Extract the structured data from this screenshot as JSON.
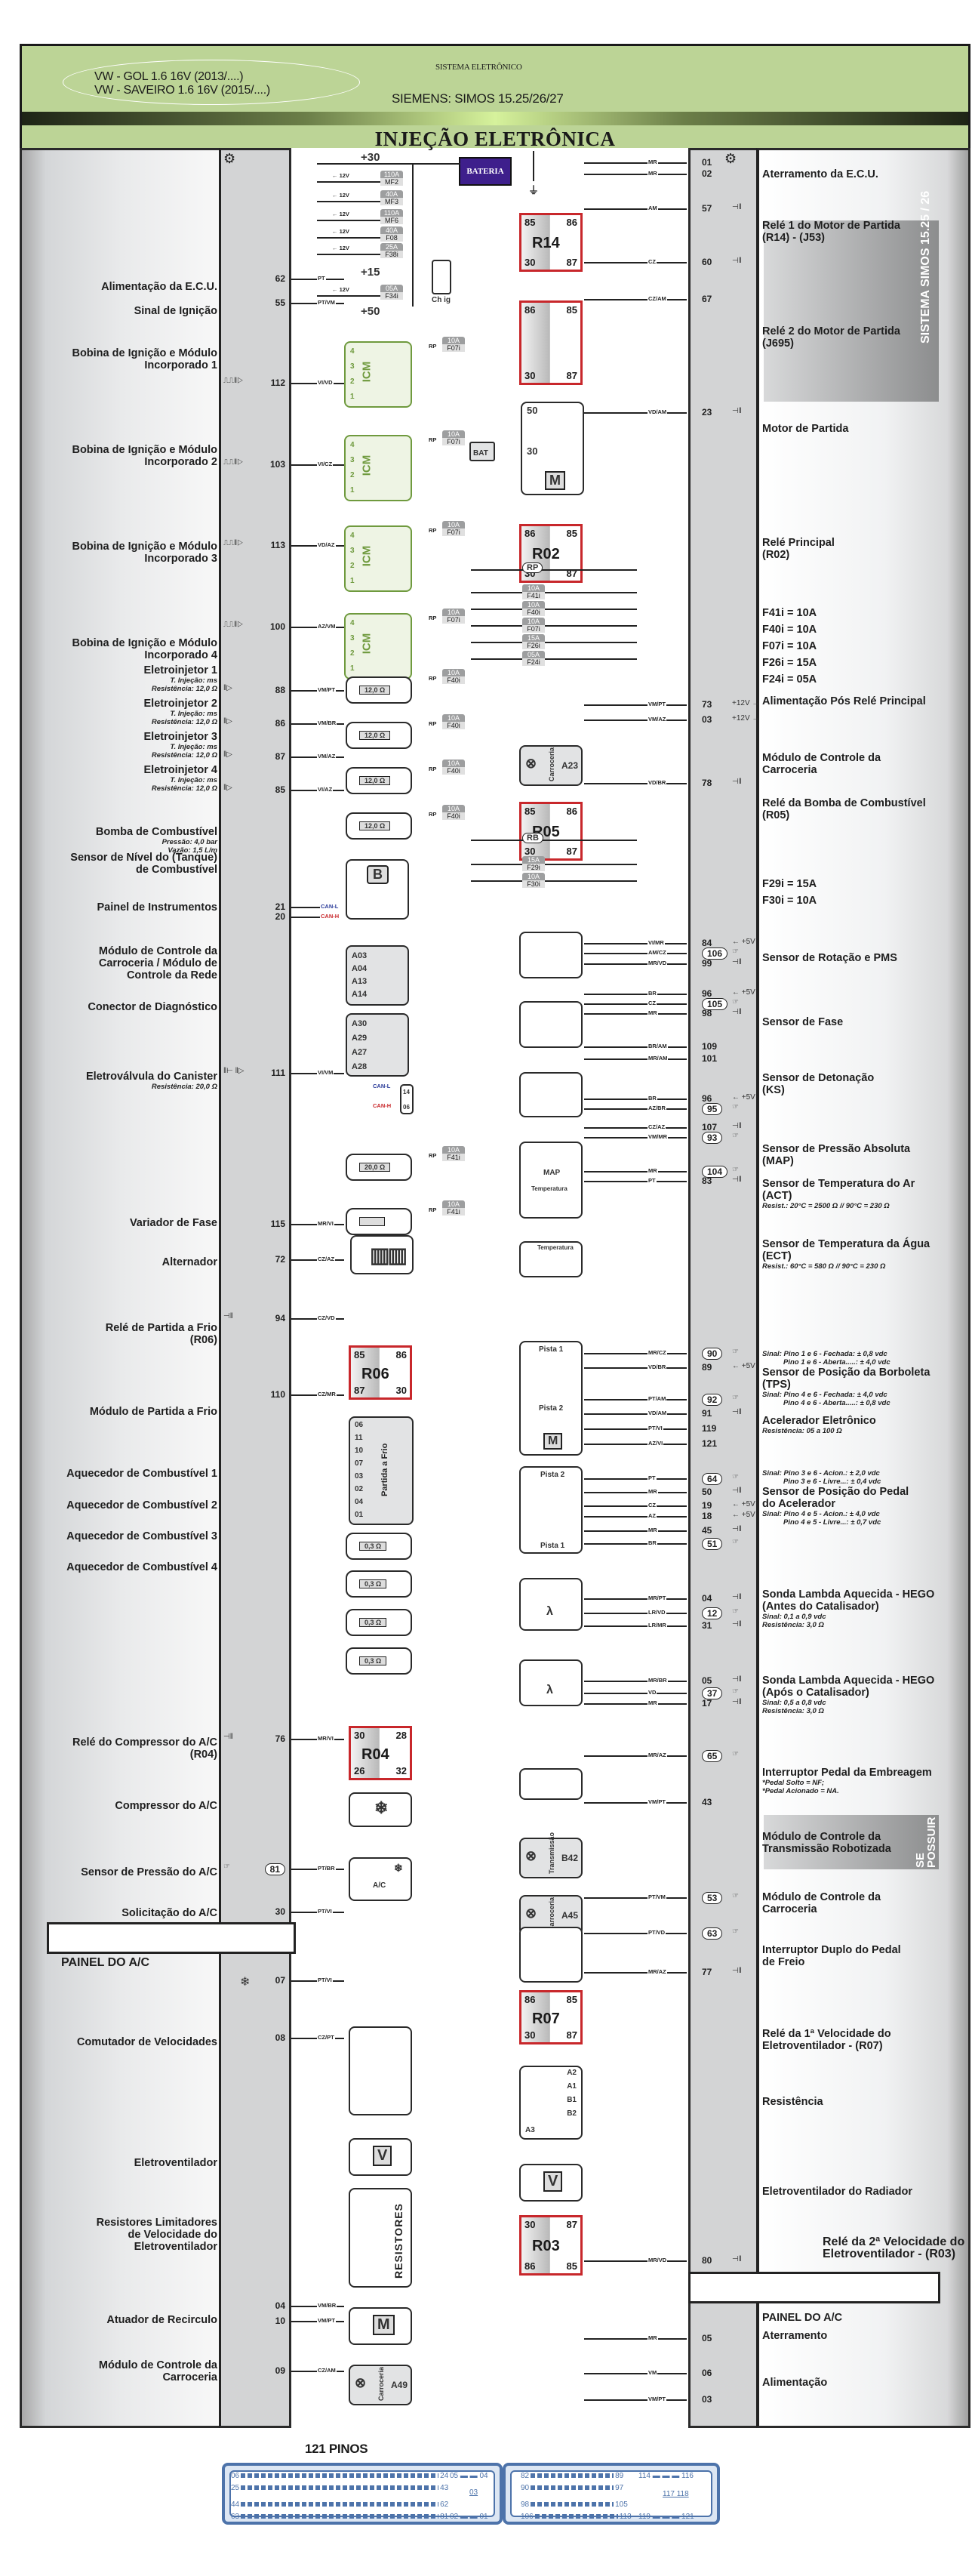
{
  "header": {
    "vehicles": [
      "VW - GOL        1.6 16V (2013/....)",
      "VW - SAVEIRO 1.6 16V (2015/....)"
    ],
    "system_title": "SISTEMA ELETRÔNICO",
    "system_subtitle": "SIEMENS: SIMOS 15.25/26/27",
    "main_title": "INJEÇÃO ELETRÔNICA"
  },
  "side_tags": {
    "simos": "SISTEMA SIMOS 15.25 / 26",
    "se_possuir": "SE POSSUIR"
  },
  "left_labels": [
    {
      "title": "Alimentação da E.C.U.",
      "sub": []
    },
    {
      "title": "Sinal de Ignição",
      "sub": []
    },
    {
      "title": "Bobina de Ignição e Módulo\nIncorporado 1",
      "sub": []
    },
    {
      "title": "Bobina de Ignição e Módulo\nIncorporado 2",
      "sub": []
    },
    {
      "title": "Bobina de Ignição e Módulo\nIncorporado 3",
      "sub": []
    },
    {
      "title": "Bobina de Ignição e Módulo\nIncorporado 4",
      "sub": []
    },
    {
      "title": "Eletroinjetor 1",
      "sub": [
        "T. Injeção: ms",
        "Resistência: 12,0 Ω"
      ]
    },
    {
      "title": "Eletroinjetor 2",
      "sub": [
        "T. Injeção: ms",
        "Resistência: 12,0 Ω"
      ]
    },
    {
      "title": "Eletroinjetor 3",
      "sub": [
        "T. Injeção: ms",
        "Resistência: 12,0 Ω"
      ]
    },
    {
      "title": "Eletroinjetor 4",
      "sub": [
        "T. Injeção: ms",
        "Resistência: 12,0 Ω"
      ]
    },
    {
      "title": "Bomba de Combustível",
      "sub": [
        "Pressão: 4,0 bar",
        "Vazão: 1,5 L/m"
      ]
    },
    {
      "title": "Sensor de Nível do (Tanque)\nde Combustível",
      "sub": []
    },
    {
      "title": "Painel de Instrumentos",
      "sub": []
    },
    {
      "title": "Módulo de Controle da\nCarroceria / Módulo de\nControle da Rede",
      "sub": []
    },
    {
      "title": "Conector de Diagnóstico",
      "sub": []
    },
    {
      "title": "Eletroválvula do Canister",
      "sub": [
        "Resistência: 20,0 Ω"
      ]
    },
    {
      "title": "Variador de Fase",
      "sub": []
    },
    {
      "title": "Alternador",
      "sub": []
    },
    {
      "title": "Relé de Partida a Frio\n(R06)",
      "sub": []
    },
    {
      "title": "Módulo de Partida a Frio",
      "sub": []
    },
    {
      "title": "Aquecedor de Combustível 1",
      "sub": []
    },
    {
      "title": "Aquecedor de Combustível 2",
      "sub": []
    },
    {
      "title": "Aquecedor de Combustível 3",
      "sub": []
    },
    {
      "title": "Aquecedor de Combustível 4",
      "sub": []
    },
    {
      "title": "Relé do Compressor do A/C\n(R04)",
      "sub": []
    },
    {
      "title": "Compressor do A/C",
      "sub": []
    },
    {
      "title": "Sensor de Pressão do A/C",
      "sub": []
    },
    {
      "title": "Solicitação do A/C",
      "sub": []
    },
    {
      "title": "PAINEL DO A/C",
      "sub": []
    },
    {
      "title": "Comutador de Velocidades",
      "sub": []
    },
    {
      "title": "Eletroventilador",
      "sub": []
    },
    {
      "title": "Resistores Limitadores\nde Velocidade do\nEletroventilador",
      "sub": []
    },
    {
      "title": "Atuador de Recirculo",
      "sub": []
    },
    {
      "title": "Módulo de Controle da\nCarroceria",
      "sub": []
    }
  ],
  "left_pins": [
    {
      "pin": "62",
      "wire": "PT"
    },
    {
      "pin": "55",
      "wire": "PT/VM"
    },
    {
      "pin": "112",
      "wire": "VI/VD",
      "icon": "ignition-pulse"
    },
    {
      "pin": "103",
      "wire": "VI/CZ",
      "icon": "ignition-pulse"
    },
    {
      "pin": "113",
      "wire": "VD/AZ",
      "icon": "ignition-pulse"
    },
    {
      "pin": "100",
      "wire": "AZ/VM",
      "icon": "ignition-pulse"
    },
    {
      "pin": "88",
      "wire": "VM/PT",
      "icon": "pulse"
    },
    {
      "pin": "86",
      "wire": "VM/BR",
      "icon": "pulse"
    },
    {
      "pin": "87",
      "wire": "VM/AZ",
      "icon": "pulse"
    },
    {
      "pin": "85",
      "wire": "VI/AZ",
      "icon": "pulse"
    },
    {
      "pin": "21",
      "wire": "CAN-L"
    },
    {
      "pin": "20",
      "wire": "CAN-H"
    },
    {
      "pin": "111",
      "wire": "VI/VM",
      "icon": "ground-pulse"
    },
    {
      "pin": "115",
      "wire": "MR/VI"
    },
    {
      "pin": "72",
      "wire": "CZ/AZ"
    },
    {
      "pin": "94",
      "wire": "CZ/VD",
      "icon": "ground"
    },
    {
      "pin": "110",
      "wire": "CZ/MR"
    },
    {
      "pin": "76",
      "wire": "MR/VI",
      "icon": "ground"
    },
    {
      "pin": "81",
      "wire": "PT/BR",
      "icon": "signal",
      "circled": true
    },
    {
      "pin": "30",
      "wire": "PT/VI"
    },
    {
      "pin": "07",
      "wire": "PT/VI",
      "icon": "ac"
    },
    {
      "pin": "08",
      "wire": "CZ/PT"
    },
    {
      "pin": "04",
      "wire": "VM/BR"
    },
    {
      "pin": "10",
      "wire": "VM/PT"
    },
    {
      "pin": "09",
      "wire": "CZ/AM"
    }
  ],
  "right_labels": [
    {
      "title": "Aterramento da E.C.U.",
      "sub": []
    },
    {
      "title": "Relé 1 do Motor de Partida\n(R14) - (J53)",
      "sub": []
    },
    {
      "title": "Relé 2 do Motor de Partida\n(J695)",
      "sub": []
    },
    {
      "title": "Motor de Partida",
      "sub": []
    },
    {
      "title": "Relé Principal\n(R02)",
      "sub": []
    },
    {
      "title": "F41i = 10A",
      "sub": []
    },
    {
      "title": "F40i = 10A",
      "sub": []
    },
    {
      "title": "F07i = 10A",
      "sub": []
    },
    {
      "title": "F26i = 15A",
      "sub": []
    },
    {
      "title": "F24i = 05A",
      "sub": []
    },
    {
      "title": "Alimentação Pós Relé Principal",
      "sub": []
    },
    {
      "title": "Módulo de Controle da\nCarroceria",
      "sub": []
    },
    {
      "title": "Relé da Bomba de Combustível\n(R05)",
      "sub": []
    },
    {
      "title": "F29i = 15A",
      "sub": []
    },
    {
      "title": "F30i = 10A",
      "sub": []
    },
    {
      "title": "Sensor de Rotação e PMS",
      "sub": []
    },
    {
      "title": "Sensor de Fase",
      "sub": []
    },
    {
      "title": "Sensor de Detonação\n(KS)",
      "sub": []
    },
    {
      "title": "Sensor de Pressão Absoluta\n(MAP)",
      "sub": []
    },
    {
      "title": "Sensor de Temperatura do Ar\n(ACT)",
      "sub": [
        "Resist.: 20°C = 2500 Ω // 90°C = 230 Ω"
      ]
    },
    {
      "title": "Sensor de Temperatura da Água\n(ECT)",
      "sub": [
        "Resist.: 60°C = 580 Ω // 90°C = 230 Ω"
      ]
    },
    {
      "title": "Sensor de Posição da Borboleta\n(TPS)",
      "pre": [
        "Sinal: Pino 1 e 6 - Fechada: ± 0,8 vdc",
        "Pino 1 e 6 - Aberta.....: ± 4,0 vdc"
      ],
      "sub": [
        "Sinal: Pino 4 e 6 - Fechada: ± 4,0 vdc",
        "Pino 4 e 6 - Aberta.....: ± 0,8 vdc"
      ]
    },
    {
      "title": "Acelerador Eletrônico",
      "sub": [
        "Resistência: 05 a 100 Ω"
      ]
    },
    {
      "title": "Sensor de Posição do Pedal\ndo Acelerador",
      "pre": [
        "Sinal: Pino 3 e 6 - Acion.: ± 2,0 vdc",
        "Pino 3 e 6 - Livre...: ± 0,4 vdc"
      ],
      "sub": [
        "Sinal: Pino 4 e 5 - Acion.: ± 4,0 vdc",
        "Pino 4 e 5 - Livre...: ± 0,7 vdc"
      ]
    },
    {
      "title": "Sonda Lambda Aquecida - HEGO\n(Antes do Catalisador)",
      "sub": [
        "Sinal: 0,1 a 0,9 vdc",
        "Resistência: 3,0 Ω"
      ]
    },
    {
      "title": "Sonda Lambda Aquecida - HEGO\n(Após o Catalisador)",
      "sub": [
        "Sinal: 0,5 a 0,8 vdc",
        "Resistência: 3,0 Ω"
      ]
    },
    {
      "title": "Interruptor Pedal da Embreagem",
      "sub": [
        "*Pedal Solto = NF;",
        "*Pedal Acionado = NA."
      ]
    },
    {
      "title": "Módulo de Controle da\nTransmissão Robotizada",
      "sub": []
    },
    {
      "title": "Módulo de Controle da\nCarroceria",
      "sub": []
    },
    {
      "title": "Interruptor Duplo do Pedal\nde Freio",
      "sub": []
    },
    {
      "title": "Relé da 1ª Velocidade do\nEletroventilador - (R07)",
      "sub": []
    },
    {
      "title": "Resistência",
      "sub": []
    },
    {
      "title": "Eletroventilador do Radiador",
      "sub": []
    },
    {
      "title": "Relé da 2ª Velocidade do\nEletroventilador - (R03)",
      "sub": []
    },
    {
      "title": "PAINEL DO A/C",
      "sub": []
    },
    {
      "title": "Aterramento",
      "sub": []
    },
    {
      "title": "Alimentação",
      "sub": []
    }
  ],
  "right_pins": [
    {
      "pin": "01",
      "wire": "MR"
    },
    {
      "pin": "02",
      "wire": "MR"
    },
    {
      "pin": "57",
      "wire": "AM",
      "icon": "ground"
    },
    {
      "pin": "60",
      "wire": "CZ",
      "icon": "ground"
    },
    {
      "pin": "67",
      "wire": "CZ/AM"
    },
    {
      "pin": "23",
      "wire": "VD/AM",
      "icon": "ground"
    },
    {
      "pin": "73",
      "wire": "VM/PT",
      "icon": "+12V"
    },
    {
      "pin": "03",
      "wire": "VM/AZ",
      "icon": "+12V"
    },
    {
      "pin": "78",
      "wire": "VD/BR",
      "icon": "ground"
    },
    {
      "pin": "84",
      "wire": "VI/MR",
      "icon": "+5V"
    },
    {
      "pin": "106",
      "wire": "AM/CZ",
      "icon": "signal",
      "circled": true
    },
    {
      "pin": "99",
      "wire": "MR/VD",
      "icon": "ground"
    },
    {
      "pin": "96",
      "wire": "BR",
      "icon": "+5V"
    },
    {
      "pin": "105",
      "wire": "CZ",
      "icon": "signal",
      "circled": true
    },
    {
      "pin": "98",
      "wire": "MR",
      "icon": "ground"
    },
    {
      "pin": "109",
      "wire": "BR/AM"
    },
    {
      "pin": "101",
      "wire": "MR/AM"
    },
    {
      "pin": "96",
      "wire": "BR",
      "icon": "+5V"
    },
    {
      "pin": "95",
      "wire": "AZ/BR",
      "icon": "signal",
      "circled": true
    },
    {
      "pin": "107",
      "wire": "CZ/AZ",
      "icon": "ground"
    },
    {
      "pin": "93",
      "wire": "VM/MR",
      "icon": "signal",
      "circled": true
    },
    {
      "pin": "104",
      "wire": "MR",
      "icon": "signal",
      "circled": true
    },
    {
      "pin": "83",
      "wire": "PT",
      "icon": "ground"
    },
    {
      "pin": "90",
      "wire": "MR/CZ",
      "icon": "signal",
      "circled": true
    },
    {
      "pin": "89",
      "wire": "VD/BR",
      "icon": "+5V"
    },
    {
      "pin": "92",
      "wire": "PT/AM",
      "icon": "signal",
      "circled": true
    },
    {
      "pin": "91",
      "wire": "VD/AM",
      "icon": "ground"
    },
    {
      "pin": "119",
      "wire": "PT/VI"
    },
    {
      "pin": "121",
      "wire": "AZ/VI"
    },
    {
      "pin": "64",
      "wire": "PT",
      "icon": "signal",
      "circled": true
    },
    {
      "pin": "50",
      "wire": "MR",
      "icon": "ground"
    },
    {
      "pin": "19",
      "wire": "CZ",
      "icon": "+5V"
    },
    {
      "pin": "18",
      "wire": "AZ",
      "icon": "+5V"
    },
    {
      "pin": "45",
      "wire": "MR",
      "icon": "ground"
    },
    {
      "pin": "51",
      "wire": "BR",
      "icon": "signal",
      "circled": true
    },
    {
      "pin": "04",
      "wire": "MR/PT",
      "icon": "ground"
    },
    {
      "pin": "12",
      "wire": "LR/VD",
      "icon": "signal",
      "circled": true
    },
    {
      "pin": "31",
      "wire": "LR/MR",
      "icon": "ground"
    },
    {
      "pin": "05",
      "wire": "MR/BR",
      "icon": "ground"
    },
    {
      "pin": "37",
      "wire": "VD",
      "icon": "signal",
      "circled": true
    },
    {
      "pin": "17",
      "wire": "MR",
      "icon": "ground"
    },
    {
      "pin": "65",
      "wire": "MR/AZ",
      "icon": "signal",
      "circled": true
    },
    {
      "pin": "43",
      "wire": "VM/PT"
    },
    {
      "pin": "53",
      "wire": "PT/VM",
      "icon": "signal",
      "circled": true
    },
    {
      "pin": "63",
      "wire": "PT/VD",
      "icon": "signal",
      "circled": true
    },
    {
      "pin": "77",
      "wire": "MR/AZ",
      "icon": "ground"
    },
    {
      "pin": "80",
      "wire": "MR/VD",
      "icon": "ground"
    },
    {
      "pin": "05",
      "wire": "MR"
    },
    {
      "pin": "06",
      "wire": "VM"
    },
    {
      "pin": "03",
      "wire": "VM/PT"
    }
  ],
  "components": {
    "battery": "BATERIA",
    "bat_small": "BAT",
    "ignition_switch": "Ch ig",
    "power_rails": [
      "+30",
      "+15",
      "+50"
    ],
    "main_fuses": [
      {
        "amp": "110A",
        "name": "MF2"
      },
      {
        "amp": "40A",
        "name": "MF3"
      },
      {
        "amp": "110A",
        "name": "MF6"
      },
      {
        "amp": "40A",
        "name": "F08"
      },
      {
        "amp": "25A",
        "name": "F38i"
      },
      {
        "amp": "05A",
        "name": "F34i"
      }
    ],
    "relays": [
      "R14",
      "R02",
      "R05",
      "R06",
      "R04",
      "R07",
      "R03"
    ],
    "relay_pins": {
      "R14": [
        "85",
        "86",
        "30",
        "87"
      ],
      "J695": [
        "86",
        "85",
        "30",
        "87"
      ],
      "R02": [
        "86",
        "85",
        "30",
        "87"
      ],
      "R05": [
        "85",
        "86",
        "30",
        "87"
      ],
      "R06": [
        "85",
        "86",
        "87",
        "30"
      ],
      "R04": [
        "30",
        "28",
        "26",
        "32"
      ],
      "R07": [
        "86",
        "85",
        "30",
        "87"
      ],
      "R03": [
        "30",
        "87",
        "86",
        "85"
      ]
    },
    "starter_pins": [
      "50",
      "30"
    ],
    "icm_label": "ICM",
    "injector_resistance": "12,0 Ω",
    "canister_resistance": "20,0 Ω",
    "heater_resistance": "0,3 Ω",
    "pump_label": "B",
    "motor_label": "M",
    "fan_label": "V",
    "rp_label": "RP",
    "rb_label": "RB",
    "modules": [
      {
        "code": "A23",
        "name": "Carroceria"
      },
      {
        "code": "B42",
        "name": "Transmissão"
      },
      {
        "code": "A45",
        "name": "Carroceria"
      },
      {
        "code": "A49",
        "name": "Carroceria"
      }
    ],
    "instrument_pins": [
      "A03",
      "A04",
      "A13",
      "A14"
    ],
    "bcm_pins": [
      "A30",
      "A29",
      "A27",
      "A28"
    ],
    "diag_pins": [
      "14",
      "06"
    ],
    "can_labels": [
      "CAN-L",
      "CAN-H"
    ],
    "cold_start_module": "Partida a Frio",
    "cold_start_pins": [
      "06",
      "11",
      "10",
      "07",
      "03",
      "02",
      "04",
      "01"
    ],
    "map_label": "MAP",
    "temperature_label": "Temperatura",
    "tps_tracks": [
      "Pista 1",
      "Pista 2"
    ],
    "ac_label": "A/C",
    "resistors_label": "RESISTORES",
    "resistance_pins": [
      "A2",
      "A1",
      "B1",
      "B2",
      "A3"
    ]
  },
  "connector": {
    "title": "121 PINOS",
    "block_a": {
      "rows": [
        [
          "06",
          "24"
        ],
        [
          "25",
          "43"
        ],
        [
          "44",
          "62"
        ],
        [
          "63",
          "81"
        ]
      ],
      "power": [
        "05",
        "04",
        "03",
        "02",
        "01"
      ]
    },
    "block_b": {
      "rows": [
        [
          "82",
          "89"
        ],
        [
          "90",
          "97"
        ],
        [
          "98",
          "105"
        ],
        [
          "106",
          "113"
        ]
      ],
      "power": [
        "114",
        "116",
        "117",
        "118",
        "119",
        "121"
      ]
    }
  }
}
